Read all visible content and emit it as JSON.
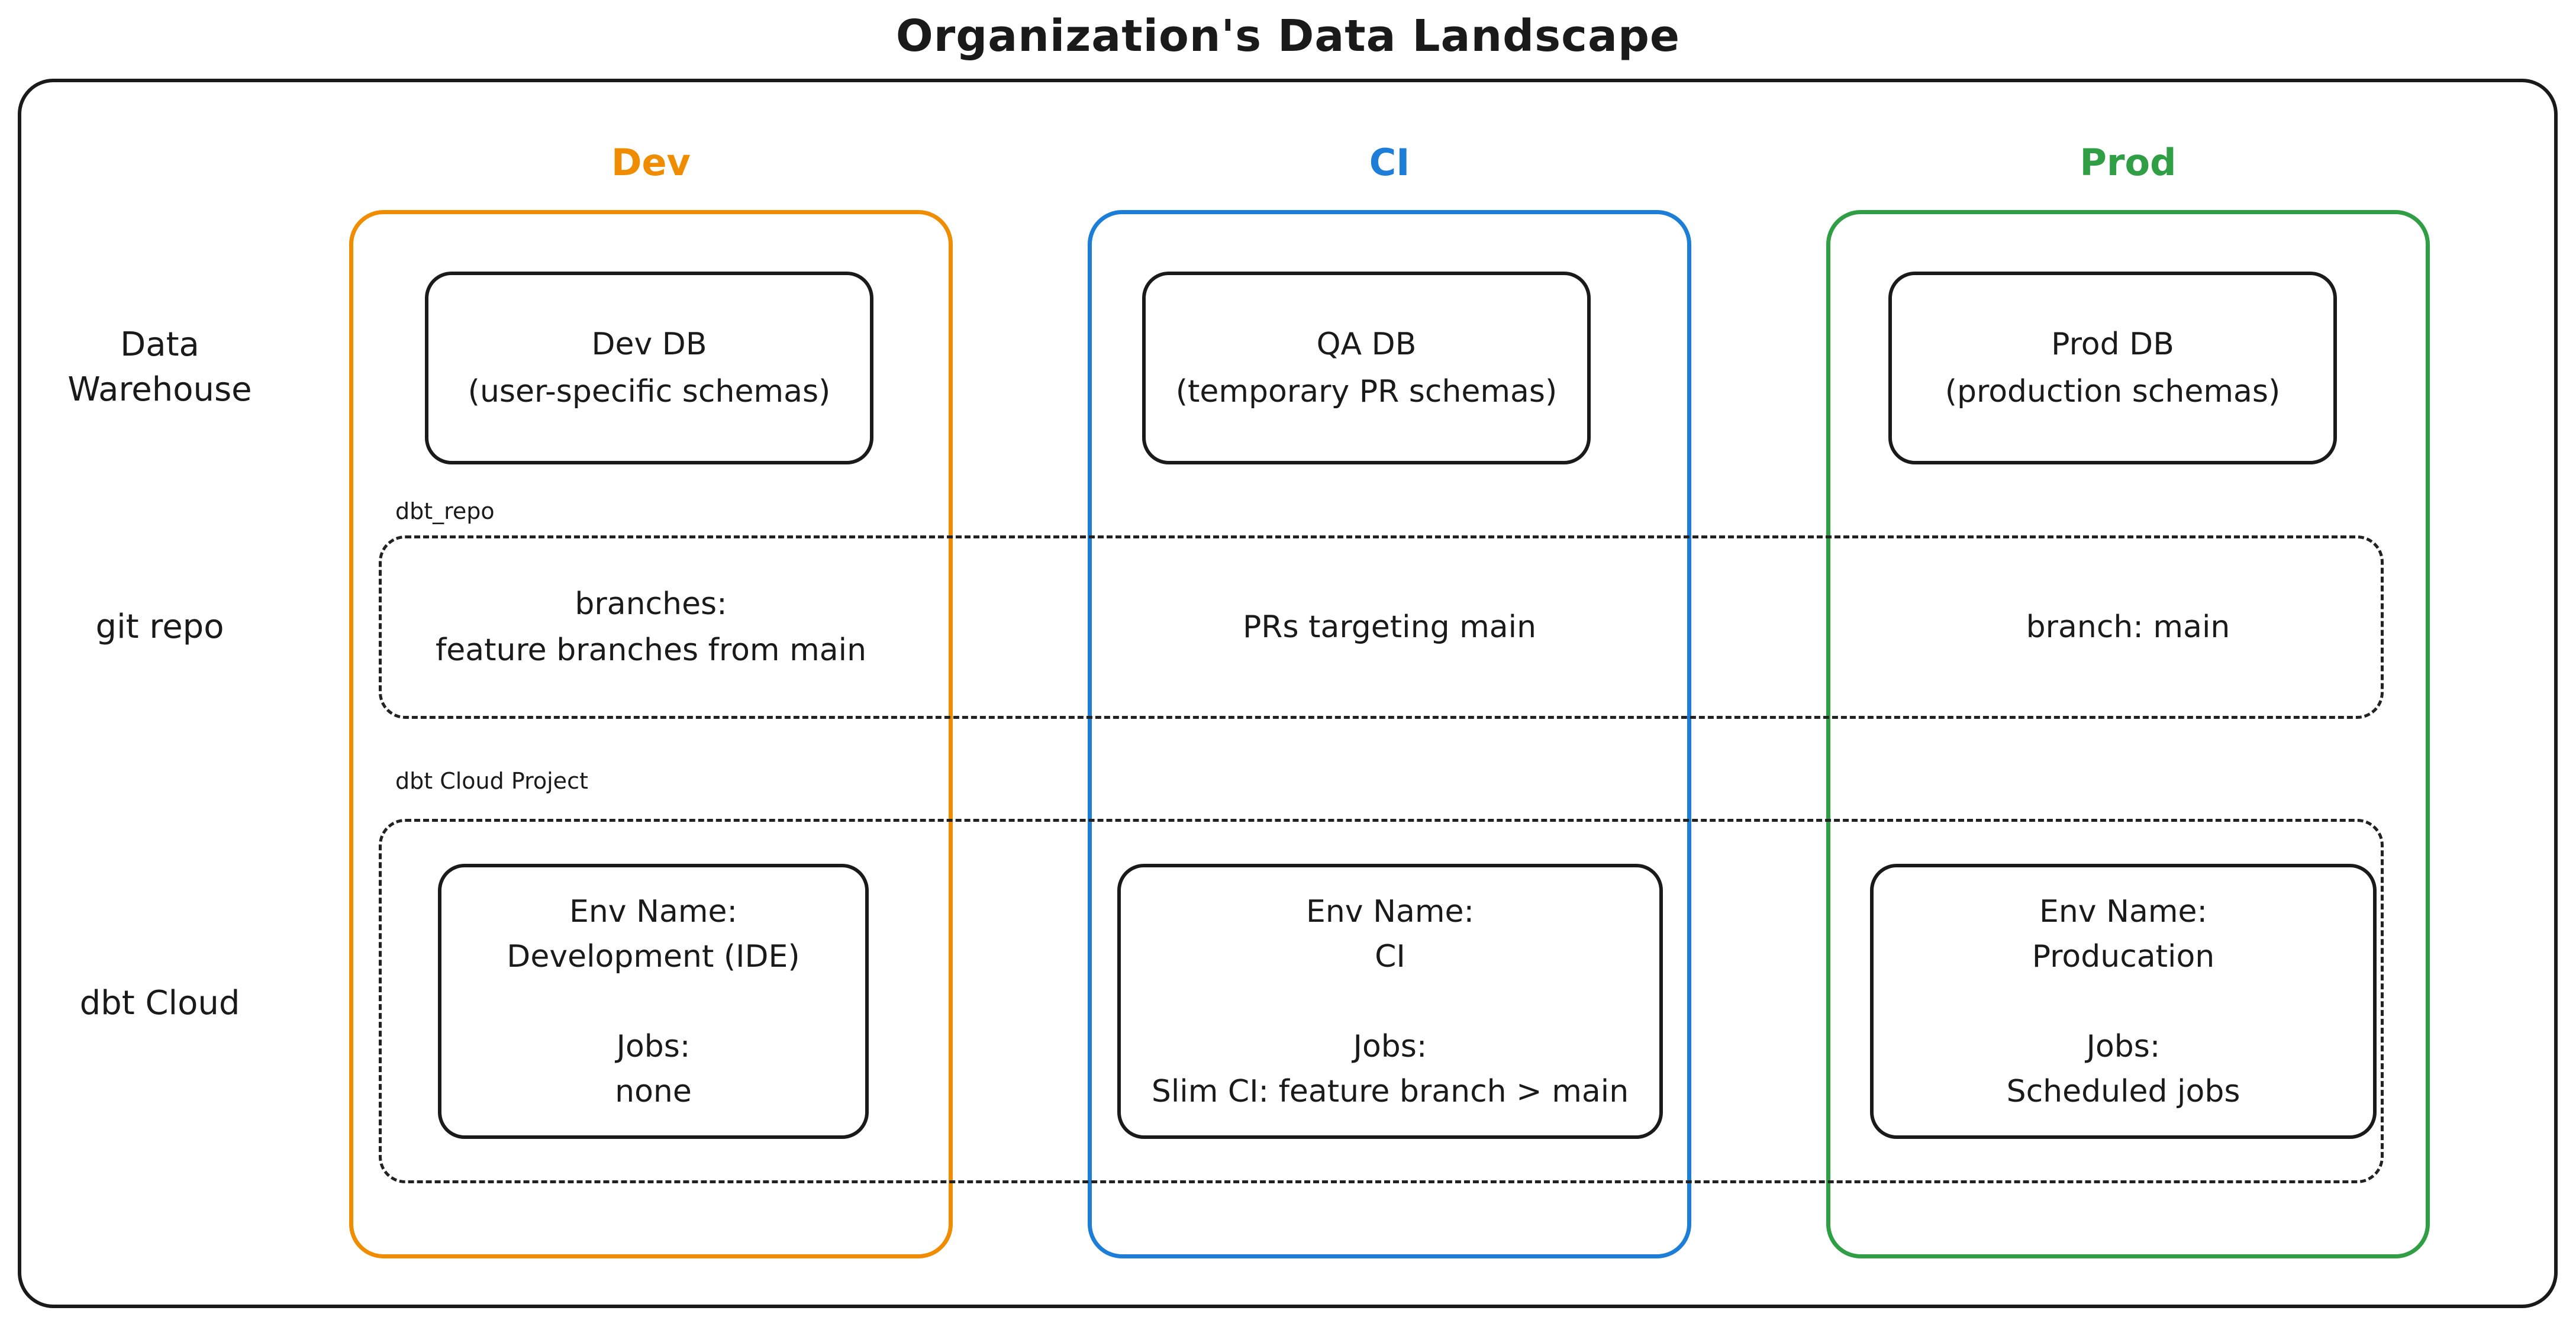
{
  "title": "Organization's Data Landscape",
  "colors": {
    "dev": "#f08c00",
    "ci": "#1c7ed6",
    "prod": "#2f9e44",
    "ink": "#1a1a1a"
  },
  "rows": [
    {
      "label": "Data Warehouse"
    },
    {
      "label": "git repo"
    },
    {
      "label": "dbt Cloud"
    }
  ],
  "overlays": {
    "git_repo_label": "dbt_repo",
    "cloud_project_label": "dbt Cloud Project"
  },
  "columns": [
    {
      "id": "dev",
      "label": "Dev",
      "db": {
        "title": "Dev DB",
        "subtitle": "(user-specific schemas)"
      },
      "git": {
        "line1": "branches:",
        "line2": "feature branches from main"
      },
      "cloud": {
        "env_label": "Env Name:",
        "env_name": "Development (IDE)",
        "jobs_label": "Jobs:",
        "jobs": "none"
      }
    },
    {
      "id": "ci",
      "label": "CI",
      "db": {
        "title": "QA DB",
        "subtitle": "(temporary PR schemas)"
      },
      "git": {
        "line1": "PRs targeting main"
      },
      "cloud": {
        "env_label": "Env Name:",
        "env_name": "CI",
        "jobs_label": "Jobs:",
        "jobs": "Slim CI: feature branch > main"
      }
    },
    {
      "id": "prod",
      "label": "Prod",
      "db": {
        "title": "Prod DB",
        "subtitle": "(production schemas)"
      },
      "git": {
        "line1": "branch: main"
      },
      "cloud": {
        "env_label": "Env Name:",
        "env_name": "Producation",
        "jobs_label": "Jobs:",
        "jobs": "Scheduled jobs"
      }
    }
  ]
}
